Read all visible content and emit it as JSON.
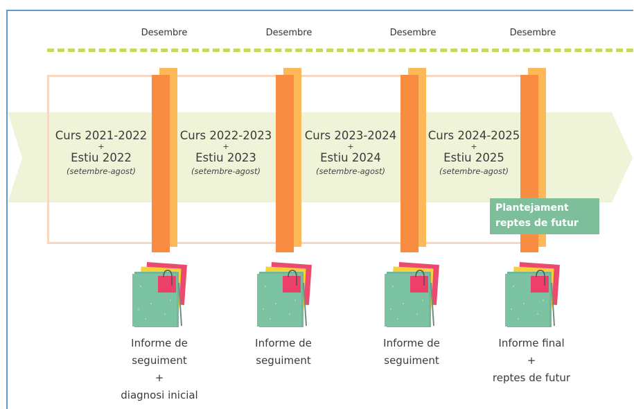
{
  "months": [
    "Desembre",
    "Desembre",
    "Desembre",
    "Desembre"
  ],
  "periods": [
    {
      "course": "Curs 2021-2022",
      "plus": "+",
      "summer": "Estiu 2022",
      "range": "(setembre-agost)"
    },
    {
      "course": "Curs 2022-2023",
      "plus": "+",
      "summer": "Estiu 2023",
      "range": "(setembre-agost)"
    },
    {
      "course": "Curs 2023-2024",
      "plus": "+",
      "summer": "Estiu 2024",
      "range": "(setembre-agost)"
    },
    {
      "course": "Curs 2024-2025",
      "plus": "+",
      "summer": "Estiu 2025",
      "range": "(setembre-agost)"
    }
  ],
  "callout": {
    "line1": "Plantejament",
    "line2": "reptes de futur"
  },
  "reports": [
    {
      "line1": "Informe de",
      "line2": "seguiment",
      "line3": "+",
      "line4": "diagnosi inicial"
    },
    {
      "line1": "Informe de",
      "line2": "seguiment"
    },
    {
      "line1": "Informe de",
      "line2": "seguiment"
    },
    {
      "line1": "Informe final",
      "line2": "+",
      "line3": "reptes de futur"
    }
  ],
  "colors": {
    "band": "#eff4d8",
    "dash": "#c5da5c",
    "bar_front": "#f88c41",
    "bar_back": "#fdb85a",
    "outline": "#f8d7c2",
    "callout": "#7dbf9a",
    "frame": "#5b9bd5"
  },
  "icons": [
    "report-folder-icon"
  ]
}
